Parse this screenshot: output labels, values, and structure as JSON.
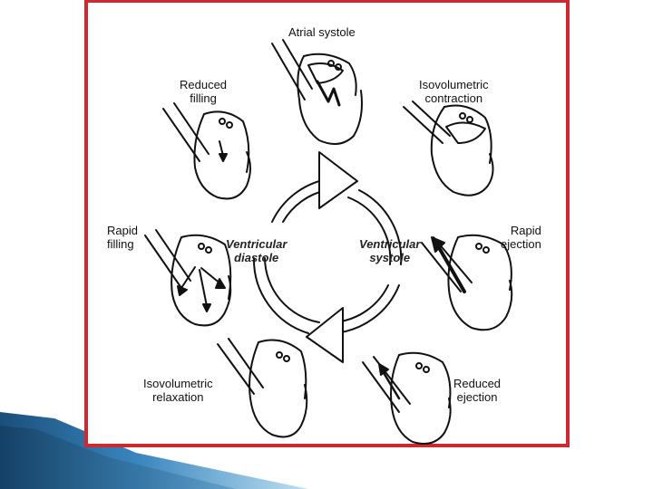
{
  "stages": {
    "atrial_systole": "Atrial systole",
    "isovolumetric_contraction": [
      "Isovolumetric",
      "contraction"
    ],
    "rapid_ejection": [
      "Rapid",
      "ejection"
    ],
    "reduced_ejection": [
      "Reduced",
      "ejection"
    ],
    "isovolumetric_relaxation": [
      "Isovolumetric",
      "relaxation"
    ],
    "rapid_filling": [
      "Rapid",
      "filling"
    ],
    "reduced_filling": [
      "Reduced",
      "filling"
    ]
  },
  "phases": {
    "diastole": [
      "Ventricular",
      "diastole"
    ],
    "systole": [
      "Ventricular",
      "systole"
    ]
  },
  "colors": {
    "frame_border": "#d0282e",
    "ribbon_dark": "#1b4f7a",
    "ribbon_light": "#7fb7dc"
  }
}
